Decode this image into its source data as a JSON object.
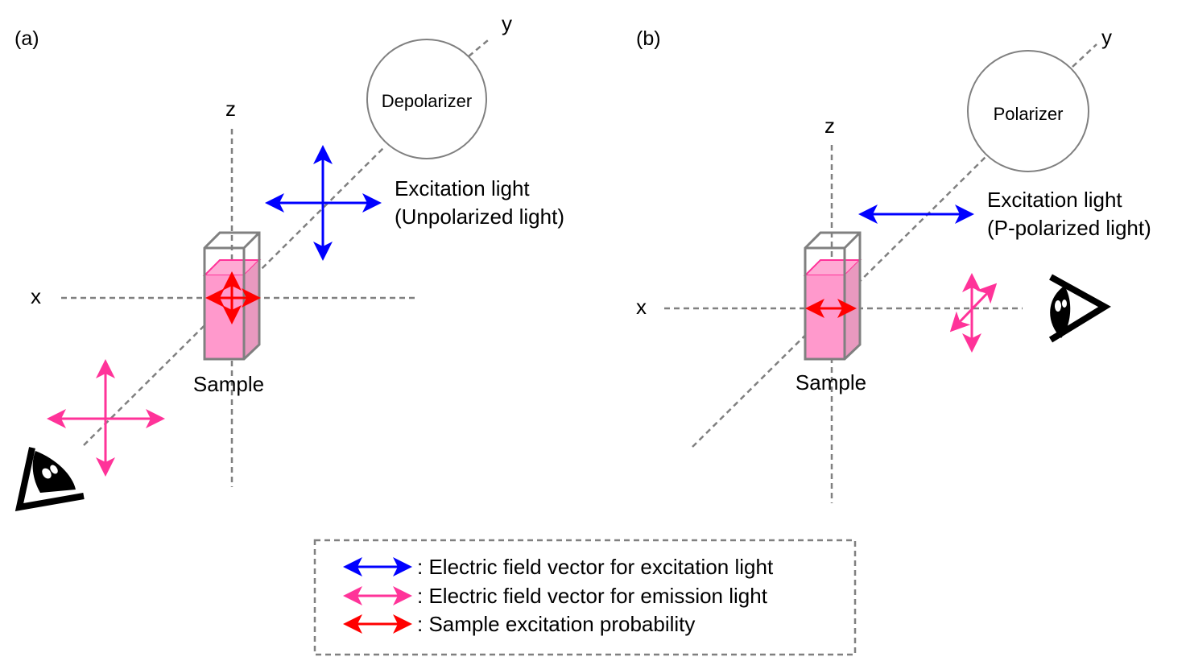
{
  "panels": [
    {
      "label": "(a)",
      "axes": {
        "x": "x",
        "y": "y",
        "z": "z"
      },
      "optic": "Depolarizer",
      "excitation": {
        "line1": "Excitation light",
        "line2": "(Unpolarized light)"
      },
      "sample_label": "Sample"
    },
    {
      "label": "(b)",
      "axes": {
        "x": "x",
        "y": "y",
        "z": "z"
      },
      "optic": "Polarizer",
      "excitation": {
        "line1": "Excitation light",
        "line2": "(P-polarized light)"
      },
      "sample_label": "Sample"
    }
  ],
  "legend": {
    "items": [
      {
        "text": ": Electric field vector for excitation light",
        "color": "#0000ff"
      },
      {
        "text": ": Electric field vector for emission light",
        "color": "#ff3399"
      },
      {
        "text": ": Sample excitation probability",
        "color": "#ff0000"
      }
    ]
  },
  "colors": {
    "excitation": "#0000ff",
    "emission": "#ff3399",
    "probability": "#ff0000",
    "sample_fill": "#ff99cc",
    "axis": "#808080"
  }
}
